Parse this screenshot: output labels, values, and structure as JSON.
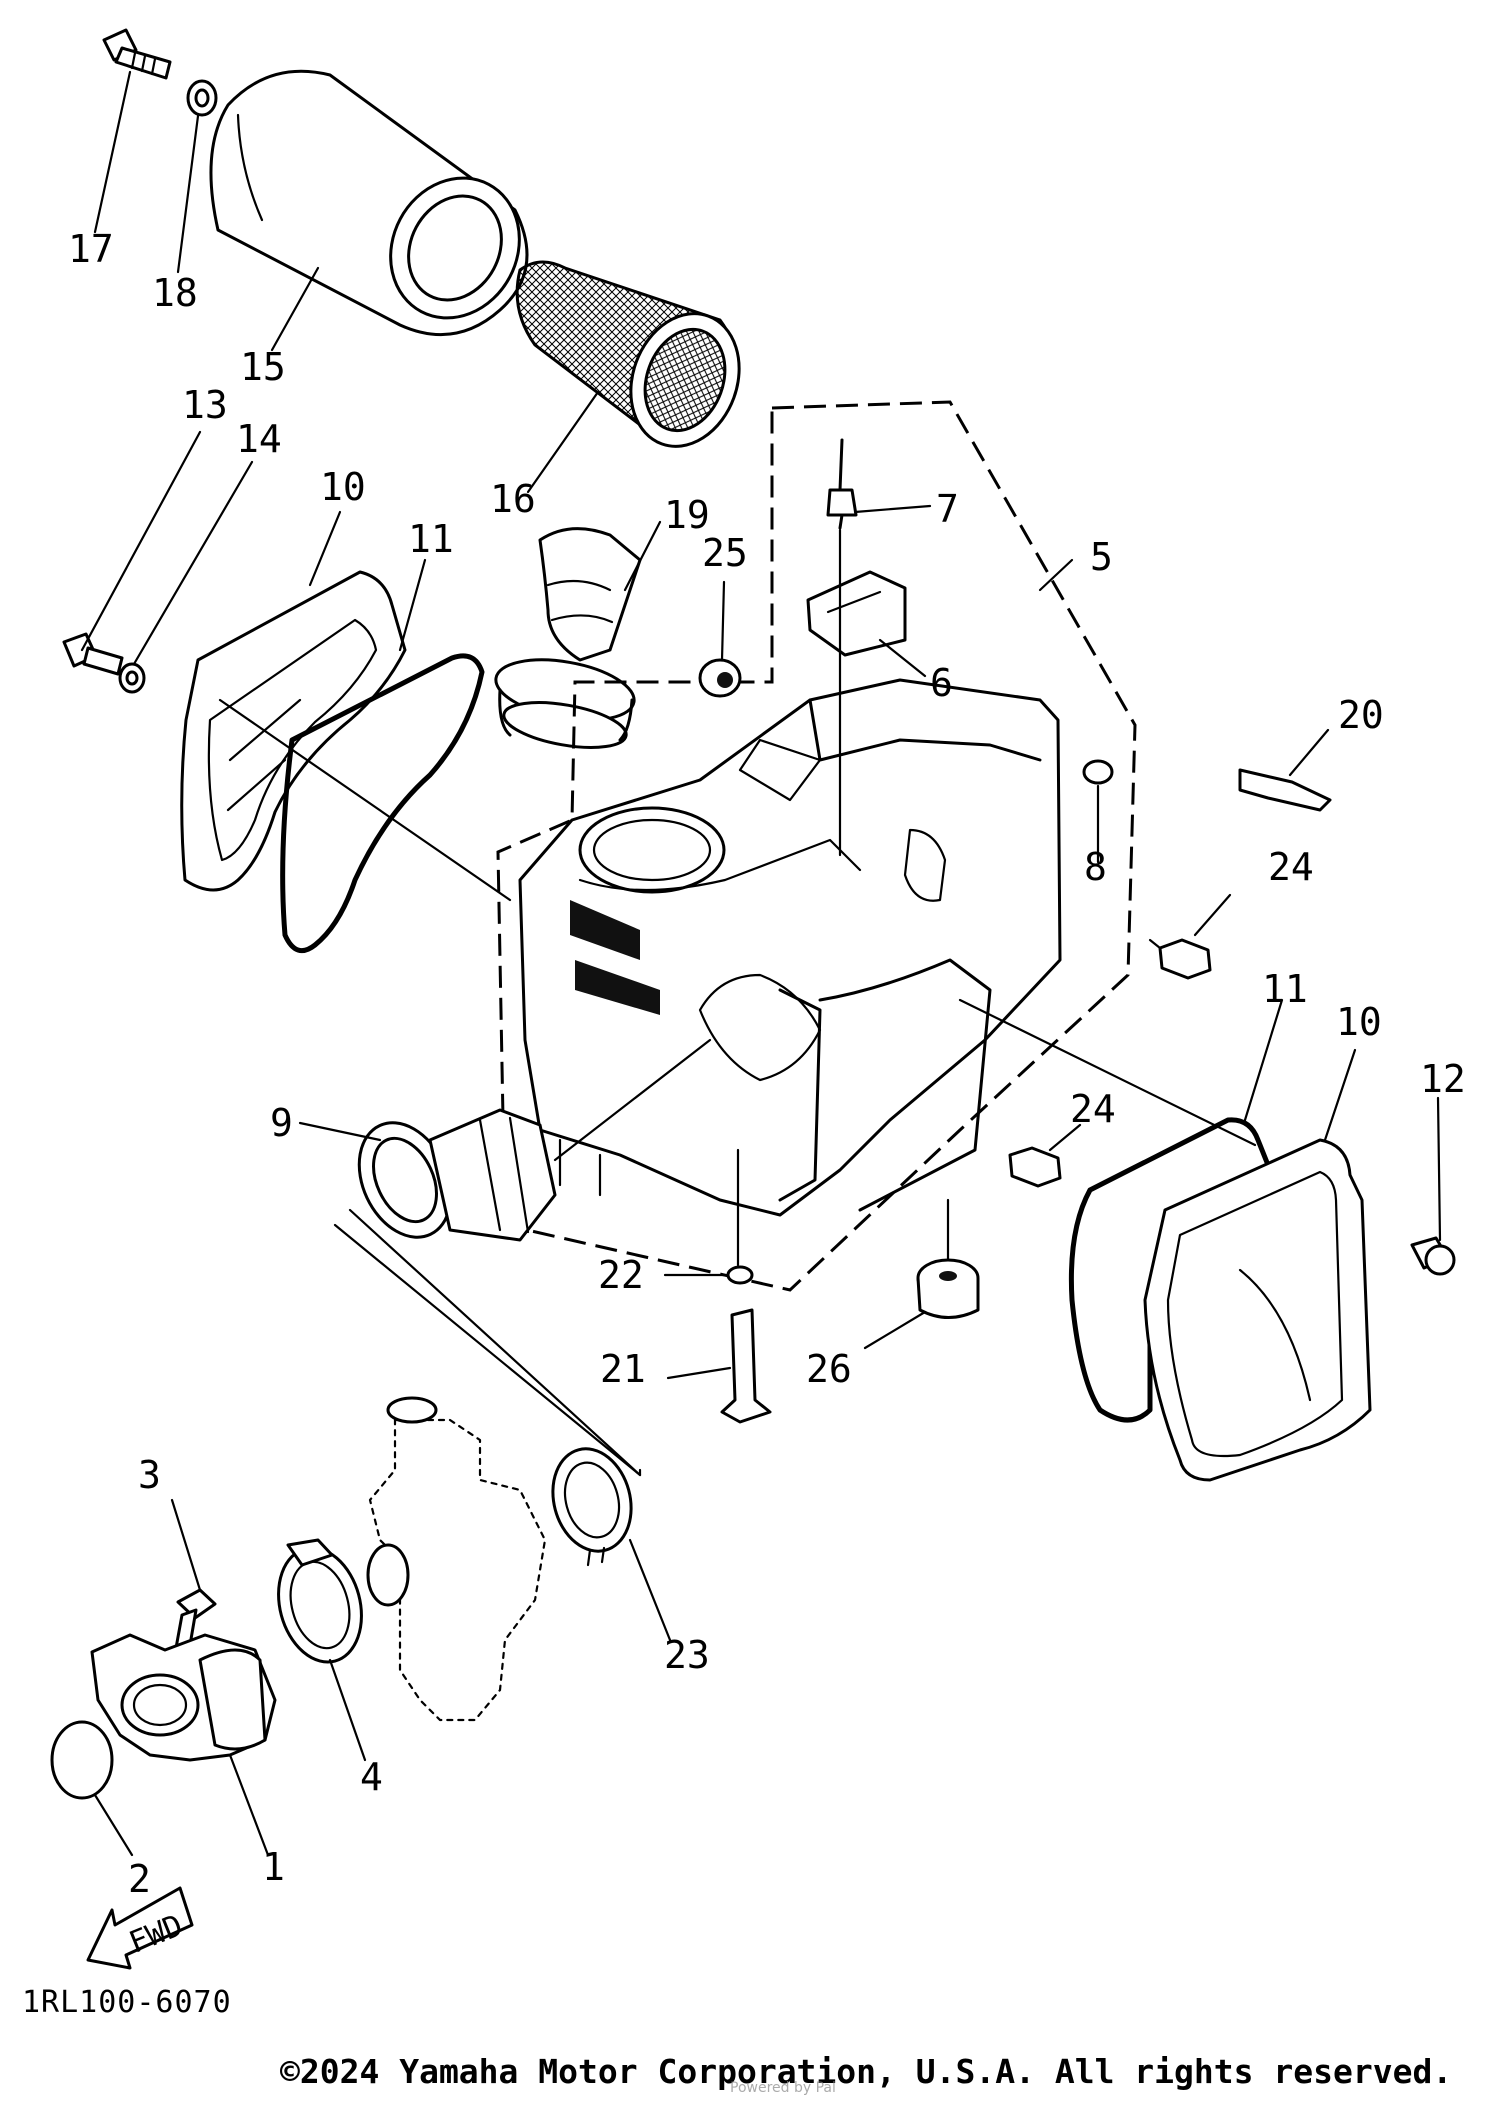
{
  "diagram": {
    "callouts": {
      "c1": "1",
      "c2": "2",
      "c3": "3",
      "c4": "4",
      "c5": "5",
      "c6": "6",
      "c7": "7",
      "c8": "8",
      "c9": "9",
      "c10a": "10",
      "c10b": "10",
      "c11a": "11",
      "c11b": "11",
      "c12": "12",
      "c13": "13",
      "c14": "14",
      "c15": "15",
      "c16": "16",
      "c17": "17",
      "c18": "18",
      "c19": "19",
      "c20": "20",
      "c21": "21",
      "c22": "22",
      "c23": "23",
      "c24a": "24",
      "c24b": "24",
      "c25": "25",
      "c26": "26"
    },
    "fwd_label": "FWD",
    "diagram_code": "1RL100-6070"
  },
  "footer": {
    "copyright": "©2024 Yamaha Motor Corporation, U.S.A. All rights reserved.",
    "watermark": "Powered by Pal"
  }
}
